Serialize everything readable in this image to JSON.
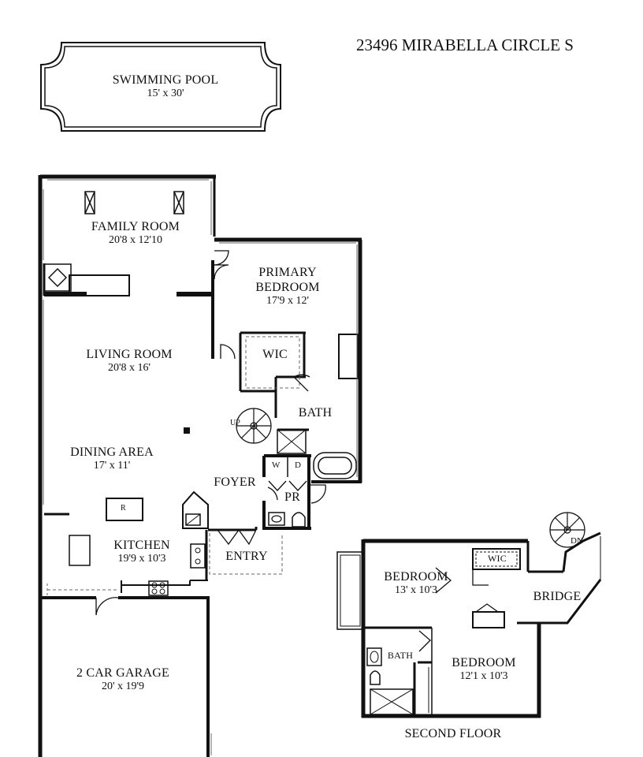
{
  "address": "23496 MIRABELLA CIRCLE S",
  "pool": {
    "name": "SWIMMING POOL",
    "dims": "15' x 30'"
  },
  "rooms": {
    "family": {
      "name": "FAMILY ROOM",
      "dims": "20'8 x 12'10"
    },
    "primary": {
      "name1": "PRIMARY",
      "name2": "BEDROOM",
      "dims": "17'9 x 12'"
    },
    "living": {
      "name": "LIVING ROOM",
      "dims": "20'8 x 16'"
    },
    "dining": {
      "name": "DINING AREA",
      "dims": "17' x 11'"
    },
    "kitchen": {
      "name": "KITCHEN",
      "dims": "19'9 x 10'3"
    },
    "garage": {
      "name": "2 CAR GARAGE",
      "dims": "20' x 19'9"
    },
    "bedroom2": {
      "name": "BEDROOM",
      "dims": "13' x 10'3"
    },
    "bedroom3": {
      "name": "BEDROOM",
      "dims": "12'1 x 10'3"
    }
  },
  "labels": {
    "wic": "WIC",
    "bath": "BATH",
    "foyer": "FOYER",
    "pr": "PR",
    "entry": "ENTRY",
    "washer": "W",
    "dryer": "D",
    "fridge": "R",
    "up": "UP",
    "dn": "DN",
    "wic2": "WIC",
    "bath2": "BATH",
    "bridge": "BRIDGE",
    "second_floor": "SECOND FLOOR"
  }
}
